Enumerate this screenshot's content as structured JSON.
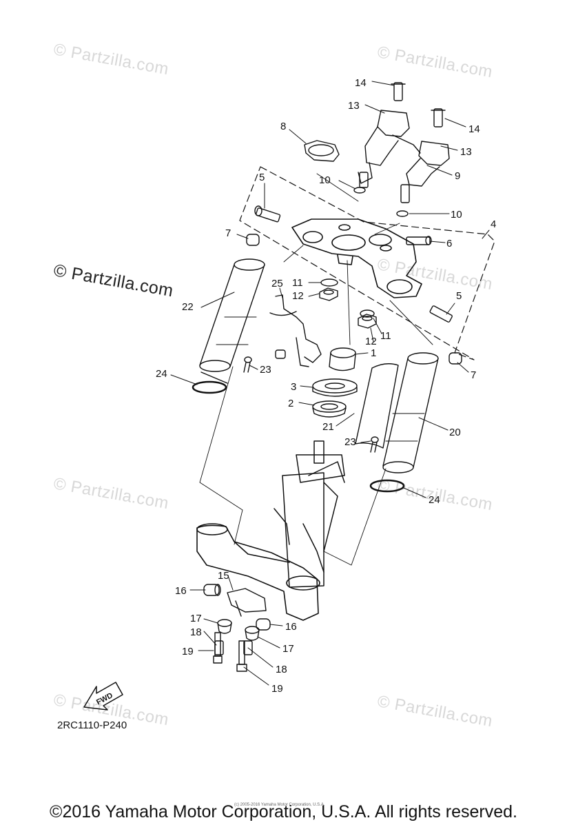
{
  "watermarks": {
    "faint": "© Partzilla.com",
    "prominent": "© Partzilla.com"
  },
  "callouts": {
    "c1": "1",
    "c2": "2",
    "c3": "3",
    "c4": "4",
    "c5a": "5",
    "c5b": "5",
    "c6": "6",
    "c7a": "7",
    "c7b": "7",
    "c8": "8",
    "c9": "9",
    "c10a": "10",
    "c10b": "10",
    "c11a": "11",
    "c11b": "11",
    "c12a": "12",
    "c12b": "12",
    "c13a": "13",
    "c13b": "13",
    "c14a": "14",
    "c14b": "14",
    "c15": "15",
    "c16a": "16",
    "c16b": "16",
    "c17a": "17",
    "c17b": "17",
    "c18a": "18",
    "c18b": "18",
    "c19a": "19",
    "c19b": "19",
    "c20": "20",
    "c21": "21",
    "c22": "22",
    "c23a": "23",
    "c23b": "23",
    "c24a": "24",
    "c24b": "24",
    "c25": "25"
  },
  "fwd_label": "FWD",
  "diagram_code": "2RC1110-P240",
  "small_copyright": "(c) 2005-2016 Yamaha Motor Corporation, U.S.A.",
  "footer": "©2016 Yamaha Motor Corporation, U.S.A. All rights reserved."
}
